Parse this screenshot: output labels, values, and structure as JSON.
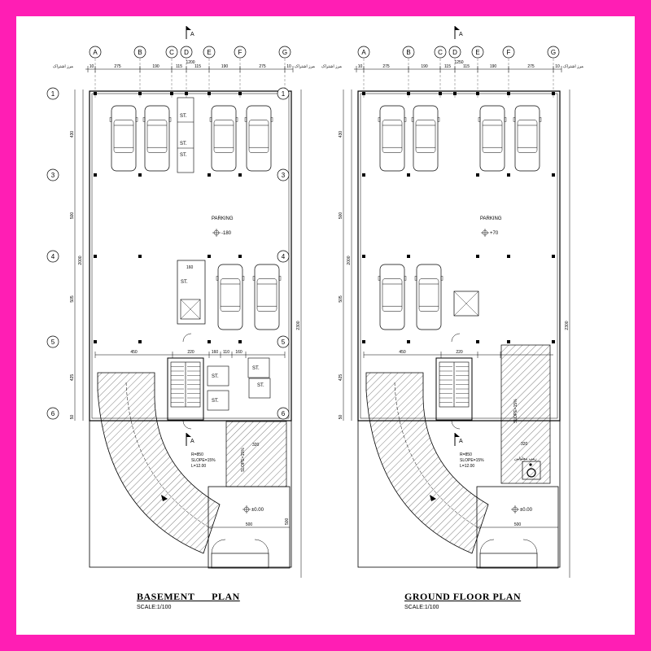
{
  "grid": {
    "columns": [
      "A",
      "B",
      "C",
      "D",
      "E",
      "F",
      "G"
    ],
    "rows": [
      "1",
      "3",
      "4",
      "5",
      "6"
    ],
    "top_dimensions": [
      "10",
      "275",
      "190",
      "115",
      "115",
      "190",
      "275",
      "10"
    ],
    "overall_width": {
      "basement": "1200",
      "ground": "1250"
    },
    "side_dimensions": [
      "430",
      "500",
      "505",
      "425",
      "50"
    ],
    "overall_height_left": "2000",
    "overall_height_right": "2300",
    "boundary_note": "مرز اشتراک"
  },
  "section_marker": "A",
  "basement": {
    "title": "BASEMENT      PLAN",
    "scale": "SCALE:1/100",
    "parking_label": "PARKING",
    "parking_level": "-180",
    "storage_labels": [
      "ST.",
      "ST.",
      "ST.",
      "ST.",
      "ST.",
      "ST.",
      "ST."
    ],
    "dims_mid": [
      "450",
      "220",
      "160",
      "110",
      "160"
    ],
    "lift_dim": "160",
    "ramp_note": [
      "R=850",
      "SLOPE=15%",
      "L=12.00"
    ],
    "entry_level": "±0.00",
    "entry_width": "500",
    "entry_depth": "500",
    "ramp_small_note": "SLOPE=15%",
    "ramp_small_dim": "320"
  },
  "ground": {
    "title": "GROUND FLOOR PLAN",
    "scale": "SCALE:1/100",
    "parking_label": "PARKING",
    "parking_level": "+70",
    "dims_mid": [
      "450",
      "220"
    ],
    "ramp_note": [
      "R=850",
      "SLOPE=15%",
      "L=12.00"
    ],
    "entry_level": "±0.00",
    "entry_width": "500",
    "ramp_dim": "320",
    "side_ramp_note": "SLOPE=15%",
    "accessible_note": "رمپ معلولین"
  }
}
